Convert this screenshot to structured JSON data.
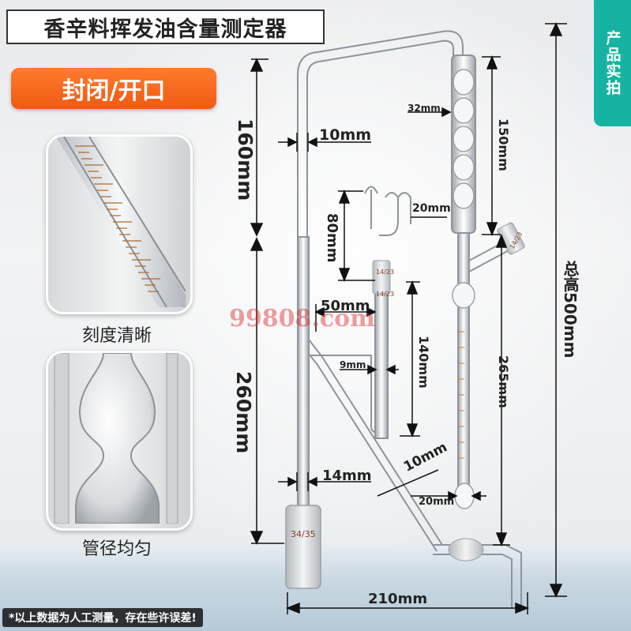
{
  "title": "香辛料挥发油含量测定器",
  "tag": "封闭/开口",
  "badge": "产品实拍",
  "captions": {
    "scale": "刻度清晰",
    "tube": "管径均匀"
  },
  "dimensions": {
    "d160": "160mm",
    "d10a": "10mm",
    "d80": "80mm",
    "d20a": "20mm",
    "d32": "32mm",
    "d150": "150mm",
    "d50": "50mm",
    "d140": "140mm",
    "d9": "9mm",
    "d260": "260mm",
    "d265": "265mm",
    "d14": "14mm",
    "d10b": "10mm",
    "d20b": "20mm",
    "d210": "210mm",
    "total": "总高500mm"
  },
  "joints": {
    "j3435": "34/35",
    "j1423a": "14/23",
    "j1423b": "14/23",
    "j1423c": "14/23"
  },
  "watermark": "99808.com",
  "footer": "*以上数据为人工测量，存在些许误差!",
  "colors": {
    "accent": "#ef5a12",
    "badge": "#17b3a2"
  }
}
